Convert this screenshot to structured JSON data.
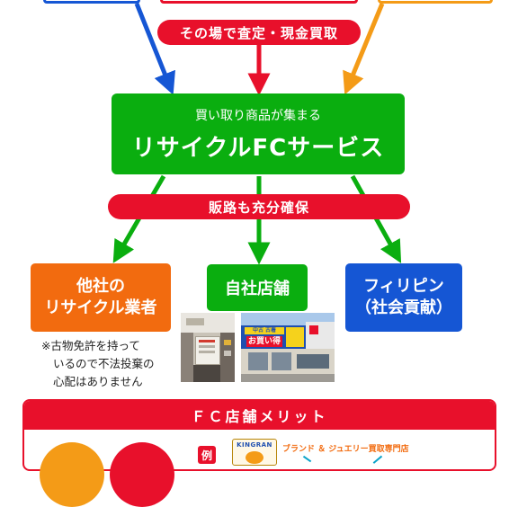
{
  "top_label": "その場で査定・現金買取",
  "center": {
    "subtitle": "買い取り商品が集まる",
    "title": "リサイクルFCサービス"
  },
  "middle_label": "販路も充分確保",
  "outlets": {
    "other": {
      "line1": "他社の",
      "line2": "リサイクル業者"
    },
    "own": {
      "line1": "自社店舗"
    },
    "philippines": {
      "line1": "フィリピン",
      "line2": "（社会貢献）"
    }
  },
  "note": {
    "line1": "※古物免許を持って",
    "line2": "いるので不法投棄の",
    "line3": "心配はありません"
  },
  "merit": {
    "header": "ＦＣ店舗メリット",
    "example_label": "例",
    "brand_logo": "KINGRAN",
    "brand_text": "ブランド ＆ ジュエリー買取専門店"
  },
  "photos": {
    "store2_sign": "お買い得",
    "store2_small": "中古 古着"
  },
  "colors": {
    "blue": "#1556d4",
    "red": "#e8102b",
    "orange": "#f49b17",
    "green": "#0aae0f",
    "orange_box": "#f26b0f"
  }
}
